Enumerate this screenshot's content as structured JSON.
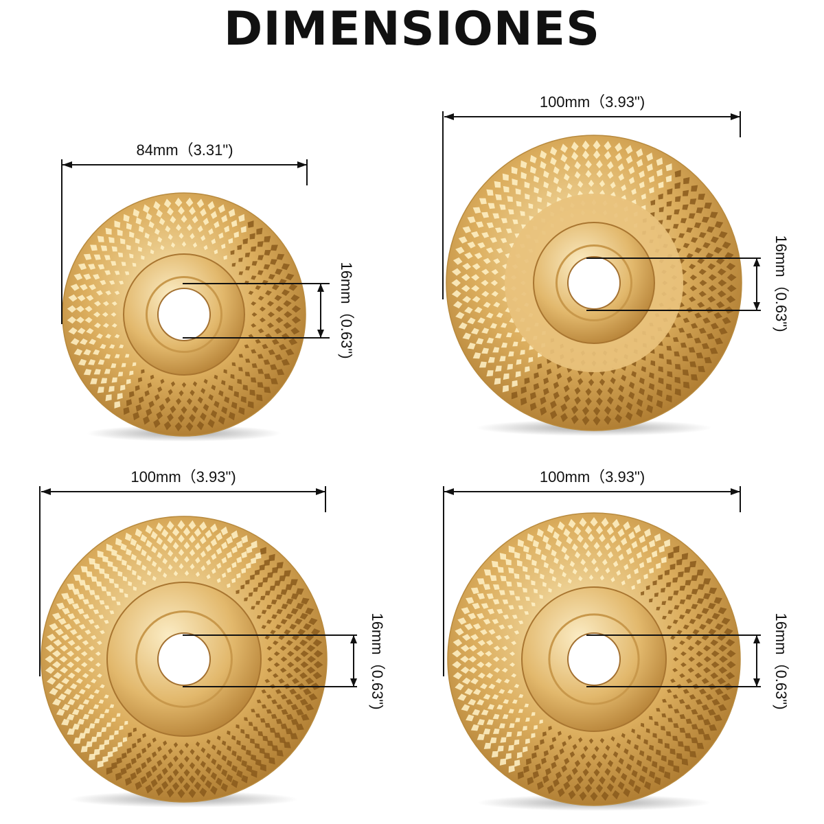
{
  "title": "DIMENSIONES",
  "colors": {
    "gold_light": "#f6dfa6",
    "gold_mid": "#d9aa5a",
    "gold_dark": "#9a6a25",
    "line": "#111111"
  },
  "discs": [
    {
      "diameter_label": "84mm（3.31\")",
      "bore_label": "16mm（0.63\")"
    },
    {
      "diameter_label": "100mm（3.93\")",
      "bore_label": "16mm（0.63\")"
    },
    {
      "diameter_label": "100mm（3.93\")",
      "bore_label": "16mm（0.63\")"
    },
    {
      "diameter_label": "100mm（3.93\")",
      "bore_label": "16mm（0.63\")"
    }
  ]
}
